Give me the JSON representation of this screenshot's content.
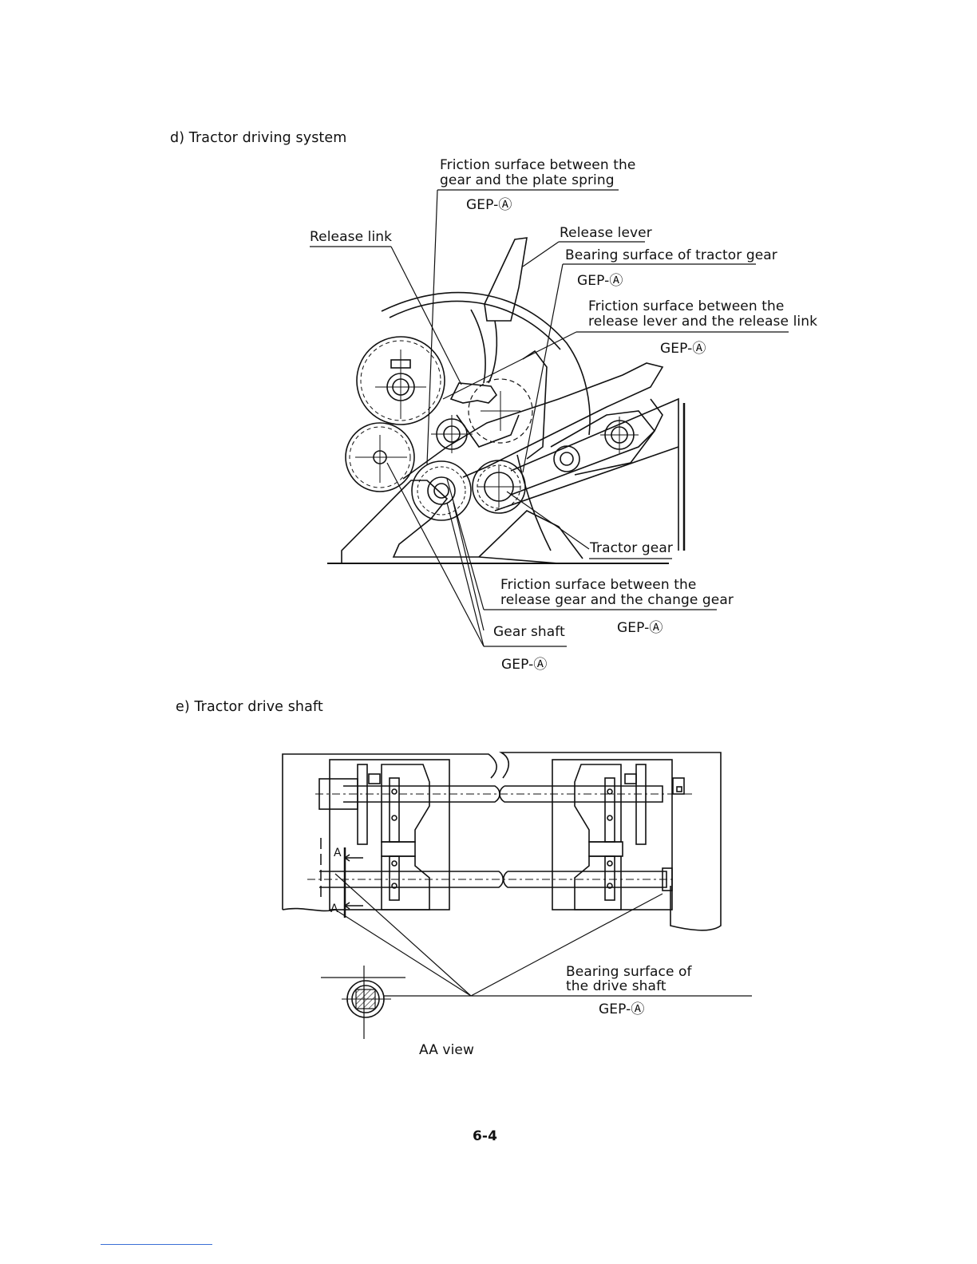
{
  "section_d": {
    "heading": "d) Tractor driving system",
    "labels": {
      "friction_gear_plate_1": "Friction surface between the",
      "friction_gear_plate_2": "gear and the plate spring",
      "gep_1": "GEP-Ⓐ",
      "release_link": "Release link",
      "release_lever": "Release lever",
      "bearing_tractor_gear": "Bearing surface of tractor gear",
      "gep_2": "GEP-Ⓐ",
      "friction_lever_link_1": "Friction surface between the",
      "friction_lever_link_2": "release lever and the release link",
      "gep_3": "GEP-Ⓐ",
      "tractor_gear": "Tractor gear",
      "friction_release_change_1": "Friction surface between the",
      "friction_release_change_2": "release gear and the change gear",
      "gear_shaft": "Gear shaft",
      "gep_4": "GEP-Ⓐ",
      "gep_5": "GEP-Ⓐ"
    }
  },
  "section_e": {
    "heading": "e) Tractor drive shaft",
    "labels": {
      "bearing_drive_shaft_1": "Bearing surface of",
      "bearing_drive_shaft_2": "the drive shaft",
      "gep": "GEP-Ⓐ",
      "aa_view": "AA view",
      "marker_a_top": "A",
      "marker_a_bottom": "A"
    }
  },
  "page_number": "6-4"
}
